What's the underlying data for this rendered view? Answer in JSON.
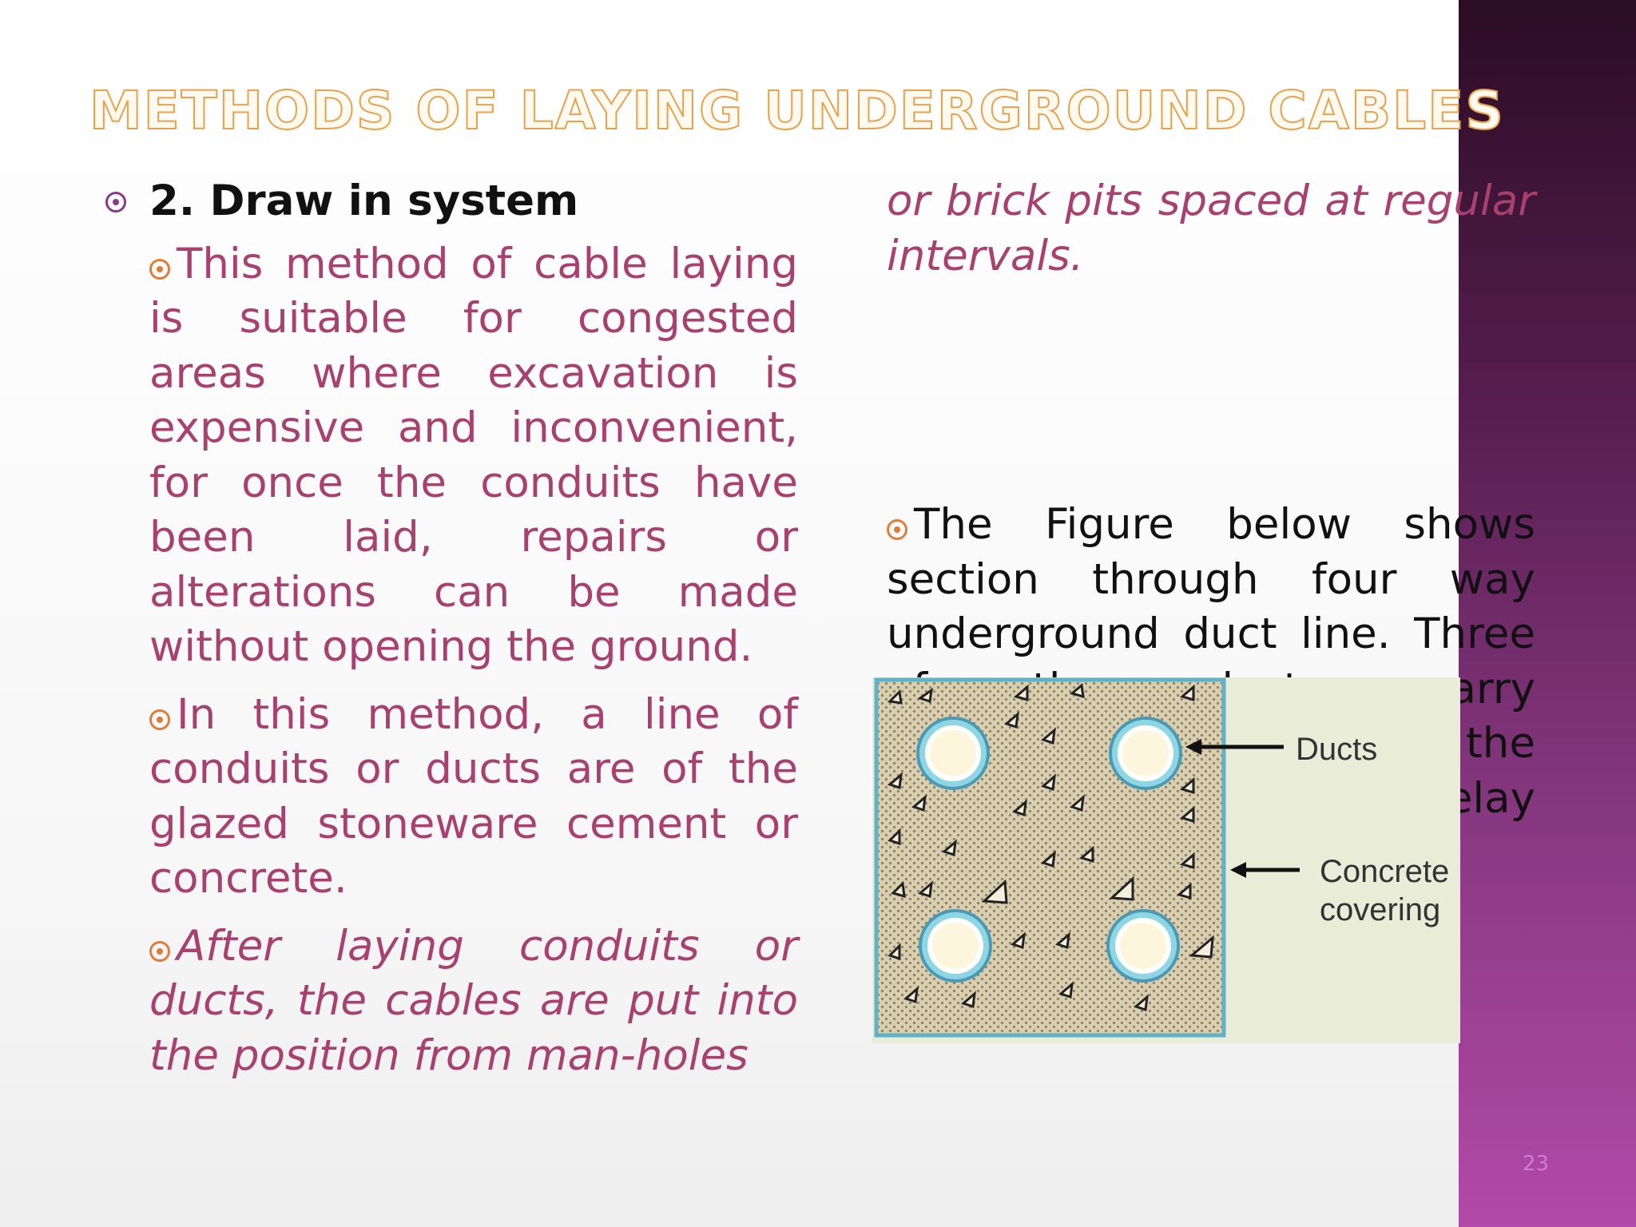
{
  "slide": {
    "title": "Methods of laying underground cables",
    "heading": "2. Draw in system",
    "left_paragraphs": [
      "This method of cable laying is suitable for congested areas where excavation is expensive and inconvenient, for once the conduits have been laid, repairs or alterations can be made without opening the ground.",
      "In this method, a line of conduits or ducts are of the glazed stoneware cement or concrete.",
      "After laying conduits or ducts, the cables are put into the position from man-holes"
    ],
    "right_paragraphs": [
      "or brick pits spaced at regular intervals.",
      "The Figure below shows section through four way underground duct line. Three of the ducts carry transmission cables and the fourth duct carries relay protection"
    ],
    "figure": {
      "label_ducts": "Ducts",
      "label_concrete_line1": "Concrete",
      "label_concrete_line2": "covering"
    },
    "slide_number": "23"
  },
  "colors": {
    "title_fill": "#fffaf0",
    "title_outline": "#e9a14a",
    "body_text": "#a8416e",
    "side_panel": "#8c3a85"
  }
}
